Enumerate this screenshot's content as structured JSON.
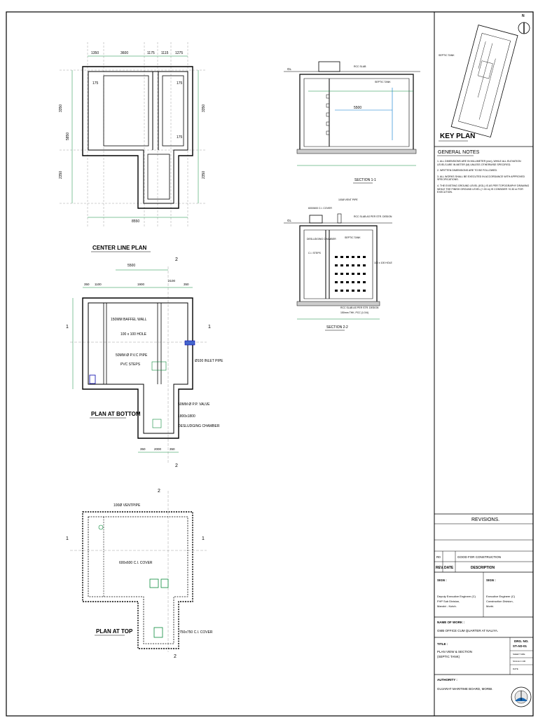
{
  "drawing_titles": {
    "center_line_plan": "CENTER LINE PLAN",
    "plan_at_bottom": "PLAN AT BOTTOM",
    "plan_at_top": "PLAN AT TOP",
    "section_1_1": "SECTION 1-1",
    "section_2_2": "SECTION 2-2",
    "key_plan": "KEY PLAN"
  },
  "center_line_plan": {
    "top_dims": [
      "1350",
      "3600",
      "1175",
      "1115",
      "1275"
    ],
    "bottom_dim": "8550",
    "left_dims": [
      "3350",
      "2350"
    ],
    "left_total": "5850",
    "right_dims": [
      "3350",
      "2350"
    ],
    "inner_dims": [
      "175",
      "175",
      "175"
    ]
  },
  "plan_at_bottom": {
    "top_dims": [
      "350",
      "1100",
      "1900",
      "2100",
      "350"
    ],
    "overall": "5500",
    "labels": {
      "baffle_wall": "150MM BAFFEL WALL",
      "hole": "100 x 100 HOLE",
      "pvc_pipe": "50MM Ø P.V.C PIPE",
      "pvc_steps": "PVC STEPS",
      "inlet_pipe": "Ø100 INLET PIPE",
      "pp_valve": "50MM Ø P.P. VALVE",
      "chamber_size": "1800x1800",
      "desludging": "DESLUDGING CHAMBER"
    },
    "bottom_dims": [
      "350",
      "2000",
      "350"
    ],
    "section_marks": [
      "1",
      "1",
      "2",
      "2"
    ]
  },
  "plan_at_top": {
    "labels": {
      "vent_pipe": "100Ø VENTPIPE",
      "ci_cover": "600x600 C.I. COVER",
      "ci_cover2": "750x750 C.I. COVER"
    },
    "section_marks": [
      "1",
      "1",
      "2",
      "2"
    ]
  },
  "section_1_1": {
    "gl": "GL",
    "dim": "5500",
    "labels": [
      "SEPTIC TANK",
      "RCC SLAB"
    ]
  },
  "section_2_2": {
    "gl": "GL",
    "labels": {
      "cover": "600X600 C.I. COVER",
      "vent": "100Ø VENT PIPE",
      "rcc_slab": "RCC SLAB AS PER STR. DESIGN",
      "desludging": "DESLUDGING CHAMBER",
      "steps": "C.I. STEPS",
      "septic": "SEPTIC TANK",
      "hole": "100 x 100 HOLE",
      "pcc": "RCC SLAB AS PER STR. DESIGN",
      "pcc2": "150mm THK. PCC (1:3:6)"
    }
  },
  "key_plan": {
    "label": "SEPTIC TANK",
    "north": "N"
  },
  "general_notes": {
    "heading": "GENERAL NOTES",
    "items": [
      "1. ALL DIMENSIONS ARE IN MILLIMETER (mm), WHILE ALL ELEVATION LEVELS ARE IN METER (M) UNLESS OTHERWISE SPECIFIED.",
      "2. WRITTEN DIMENSIONS ARE TO BE FOLLOWED.",
      "3. ALL WORKS SHALL BE EXECUTED IN ACCORDANCE WITH APPROVED SPECIFICATIONS.",
      "4. THE EXISTING GROUND LEVEL (EGL) IS AS PER TOPOGRAPHY DRAWING WHILE THE FINISH GROUND LEVEL (+.00 m) IS CONSIDER +0.30 m FOR EXECUTION."
    ]
  },
  "title_block": {
    "revisions_heading": "REVISIONS.",
    "rev_row": {
      "rev": "R0",
      "desc": "GOOD FOR CONSTRUCTION"
    },
    "rev_header": {
      "rev": "REV.",
      "date": "DATE",
      "desc": "DESCRIPTION"
    },
    "sign_left": "SIGN :",
    "sign_right": "SIGN :",
    "signer_left": [
      "Deputy Executive Engineer (C)",
      "FHP Sub Division,",
      "Mandvi - Kutch."
    ],
    "signer_right": [
      "Executive Engineer (C)",
      "Construction Division,",
      "Morbi."
    ],
    "name_of_work_label": "NAME OF WORK :",
    "name_of_work": "GMB OFFICE CUM QUARTER AT NALIYA.",
    "title_label": "TITLE :",
    "title_lines": [
      "PLAN VIEW & SECTION",
      "(SEPTIC TANK)"
    ],
    "drg_no_label": "DRG. NO.",
    "drg_no": "ST-AD-01",
    "sheet_label": "SHEET SIZE",
    "scale_label": "SCALE 1:100",
    "date_label": "DATE",
    "authority_label": "AUTHORITY :",
    "authority": "GUJARAT MARITIME BOARD, MORBI."
  }
}
